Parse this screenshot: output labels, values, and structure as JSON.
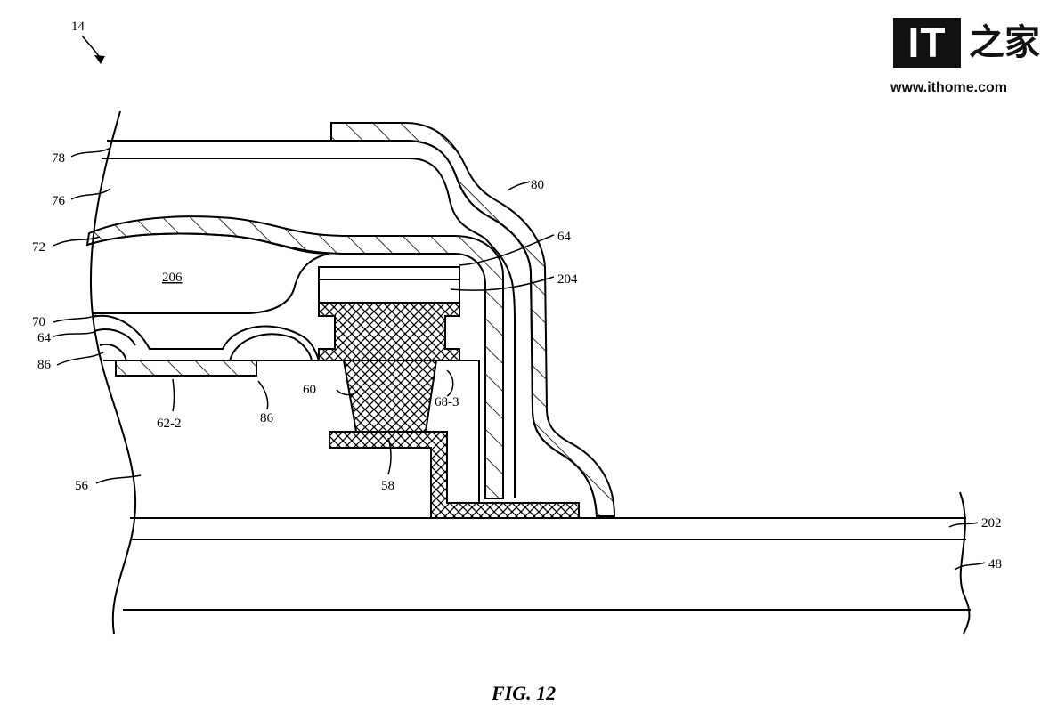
{
  "figure": {
    "title": "FIG. 12",
    "reference_arrow_label": "14"
  },
  "labels": {
    "l78": "78",
    "l76": "76",
    "l72": "72",
    "l70": "70",
    "l64_left": "64",
    "l86_left": "86",
    "l206": "206",
    "l80": "80",
    "l64_right": "64",
    "l204": "204",
    "l60": "60",
    "l68_3": "68-3",
    "l62_2": "62-2",
    "l86_bottom": "86",
    "l58": "58",
    "l56": "56",
    "l202": "202",
    "l48": "48"
  },
  "watermark": {
    "logo_text": "IT",
    "logo_cjk": "之家",
    "url": "www.ithome.com"
  }
}
